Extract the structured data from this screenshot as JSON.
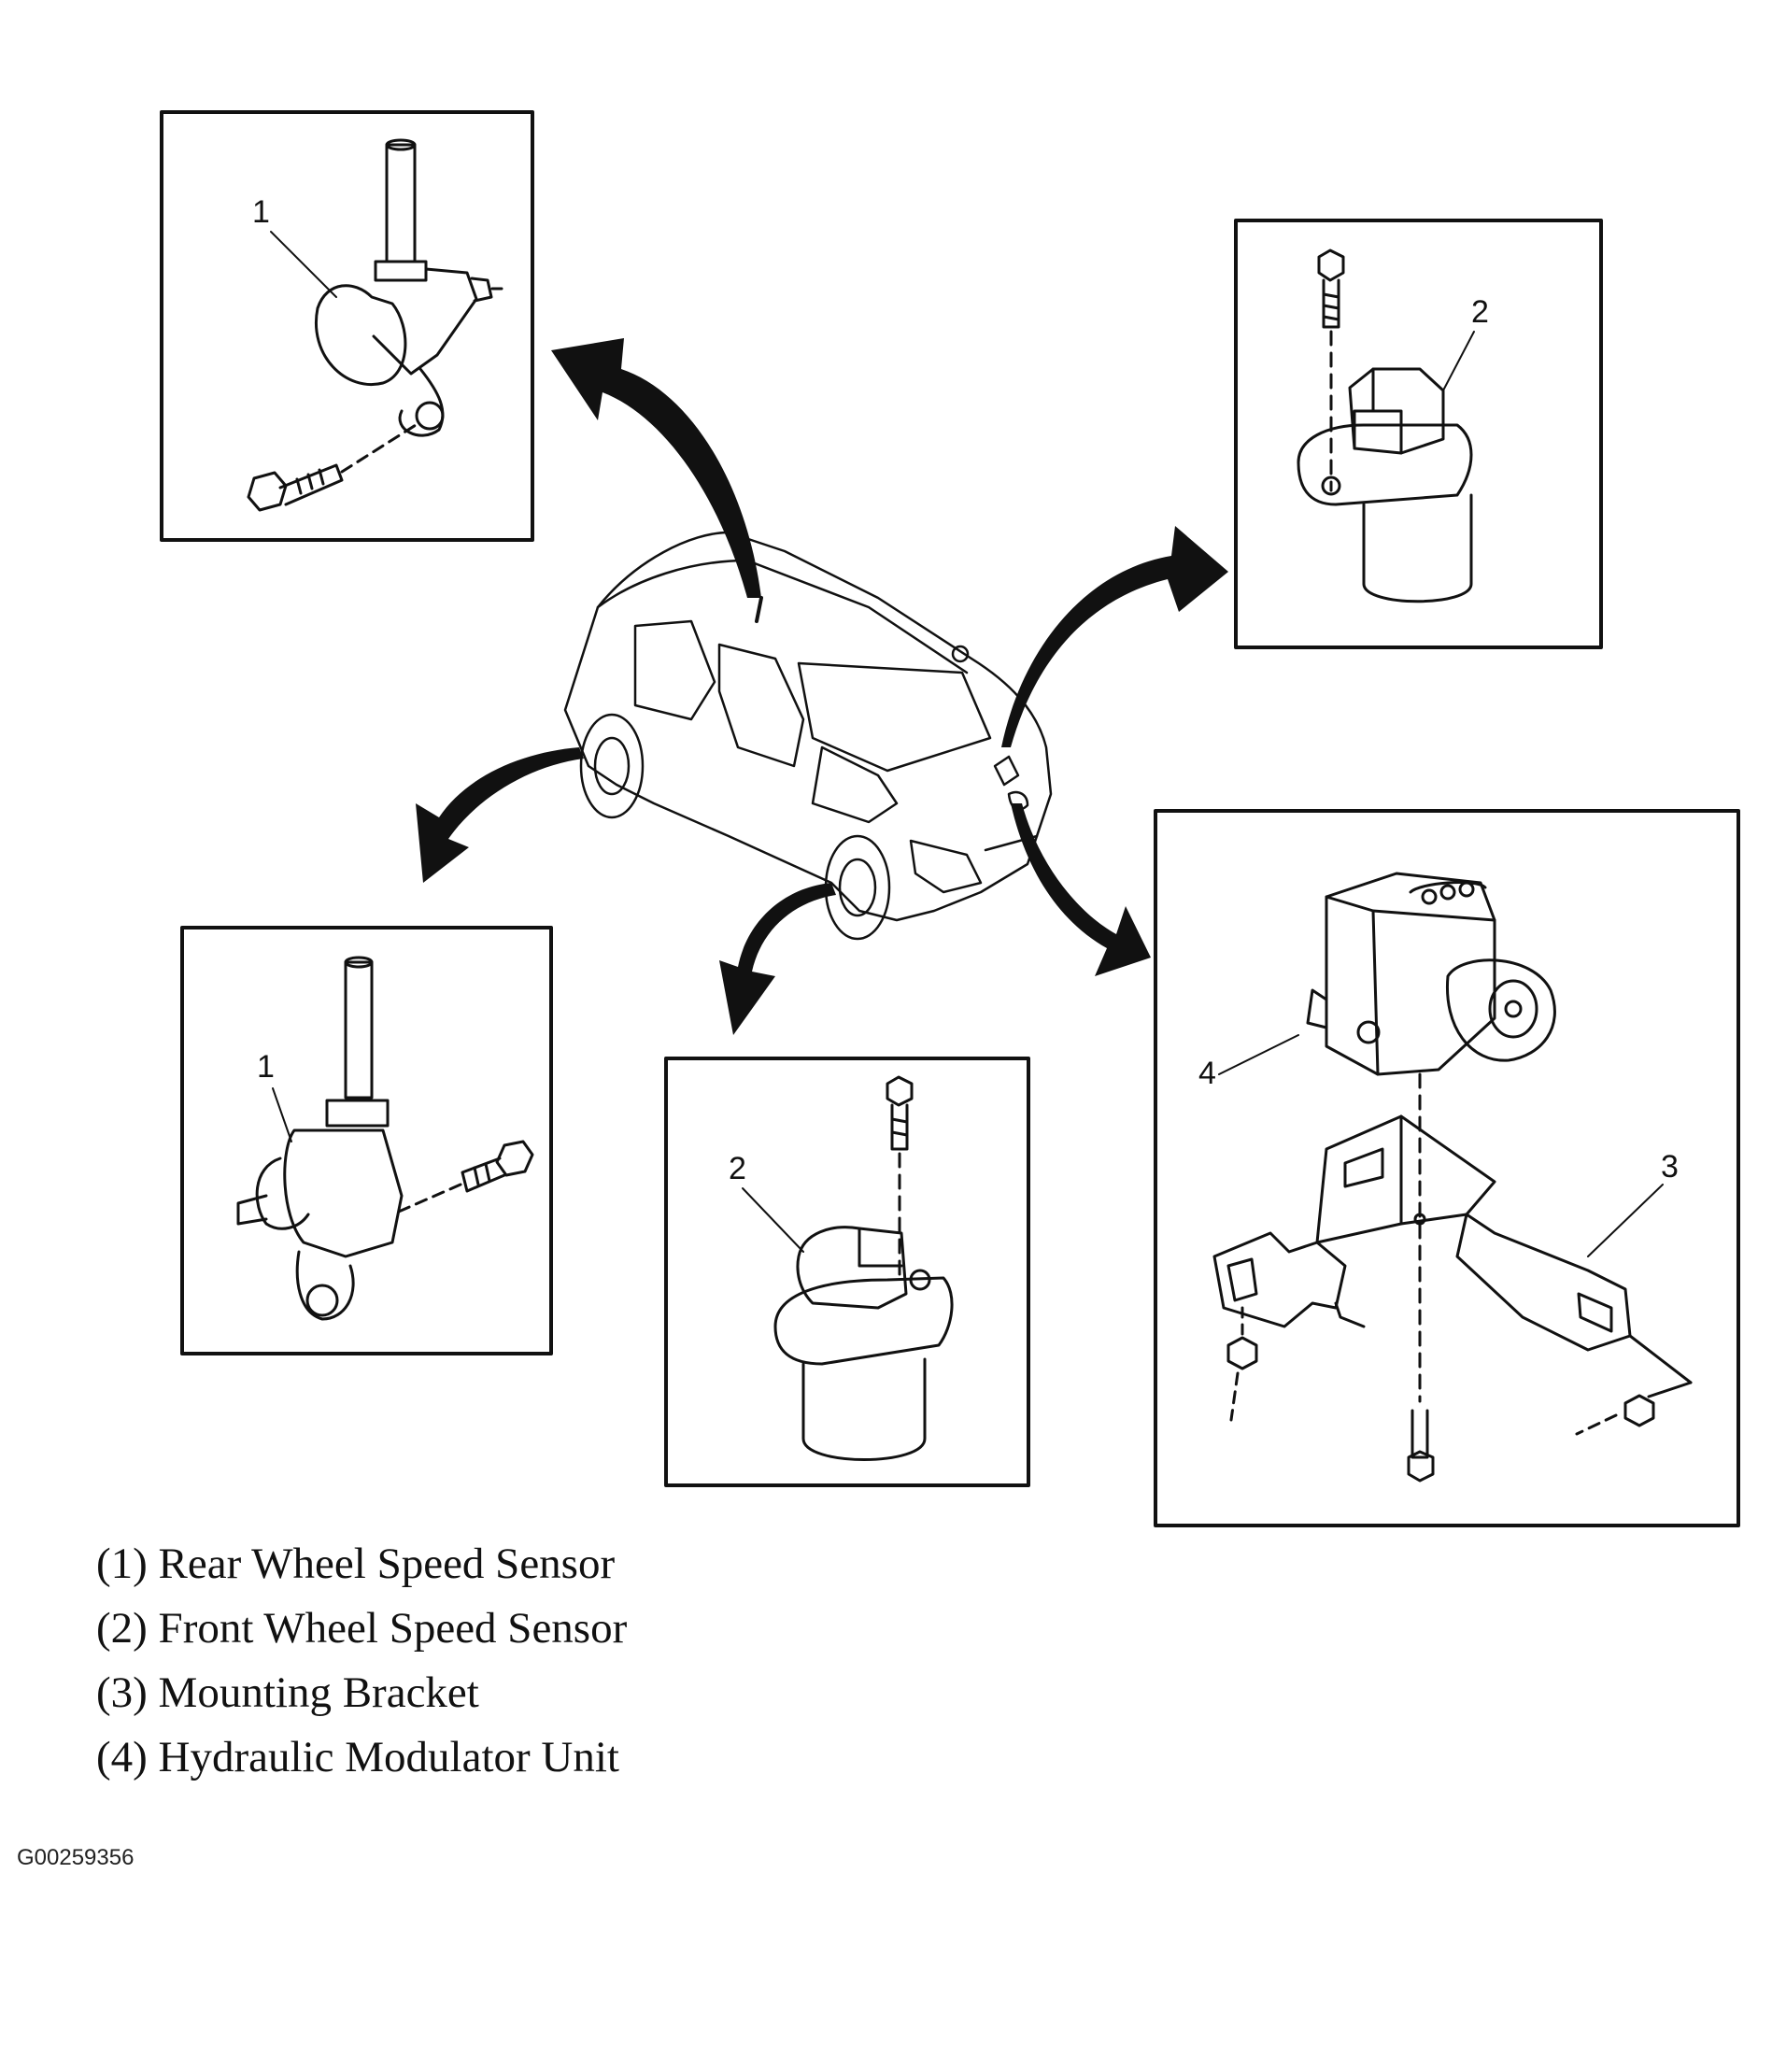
{
  "diagram": {
    "callouts": {
      "rear_top": "1",
      "front_top": "2",
      "rear_left": "1",
      "front_bottom": "2",
      "modulator": "4",
      "bracket": "3"
    },
    "legend": [
      "(1) Rear Wheel Speed Sensor",
      "(2) Front Wheel Speed Sensor",
      "(3) Mounting Bracket",
      "(4) Hydraulic Modulator Unit"
    ],
    "figure_id": "G00259356"
  },
  "colors": {
    "ink": "#111111",
    "paper": "#ffffff"
  },
  "icons": [
    "vehicle-illustration",
    "rear-wheel-speed-sensor",
    "front-wheel-speed-sensor",
    "hydraulic-modulator-unit",
    "mounting-bracket",
    "bolt",
    "nut",
    "arrow"
  ]
}
